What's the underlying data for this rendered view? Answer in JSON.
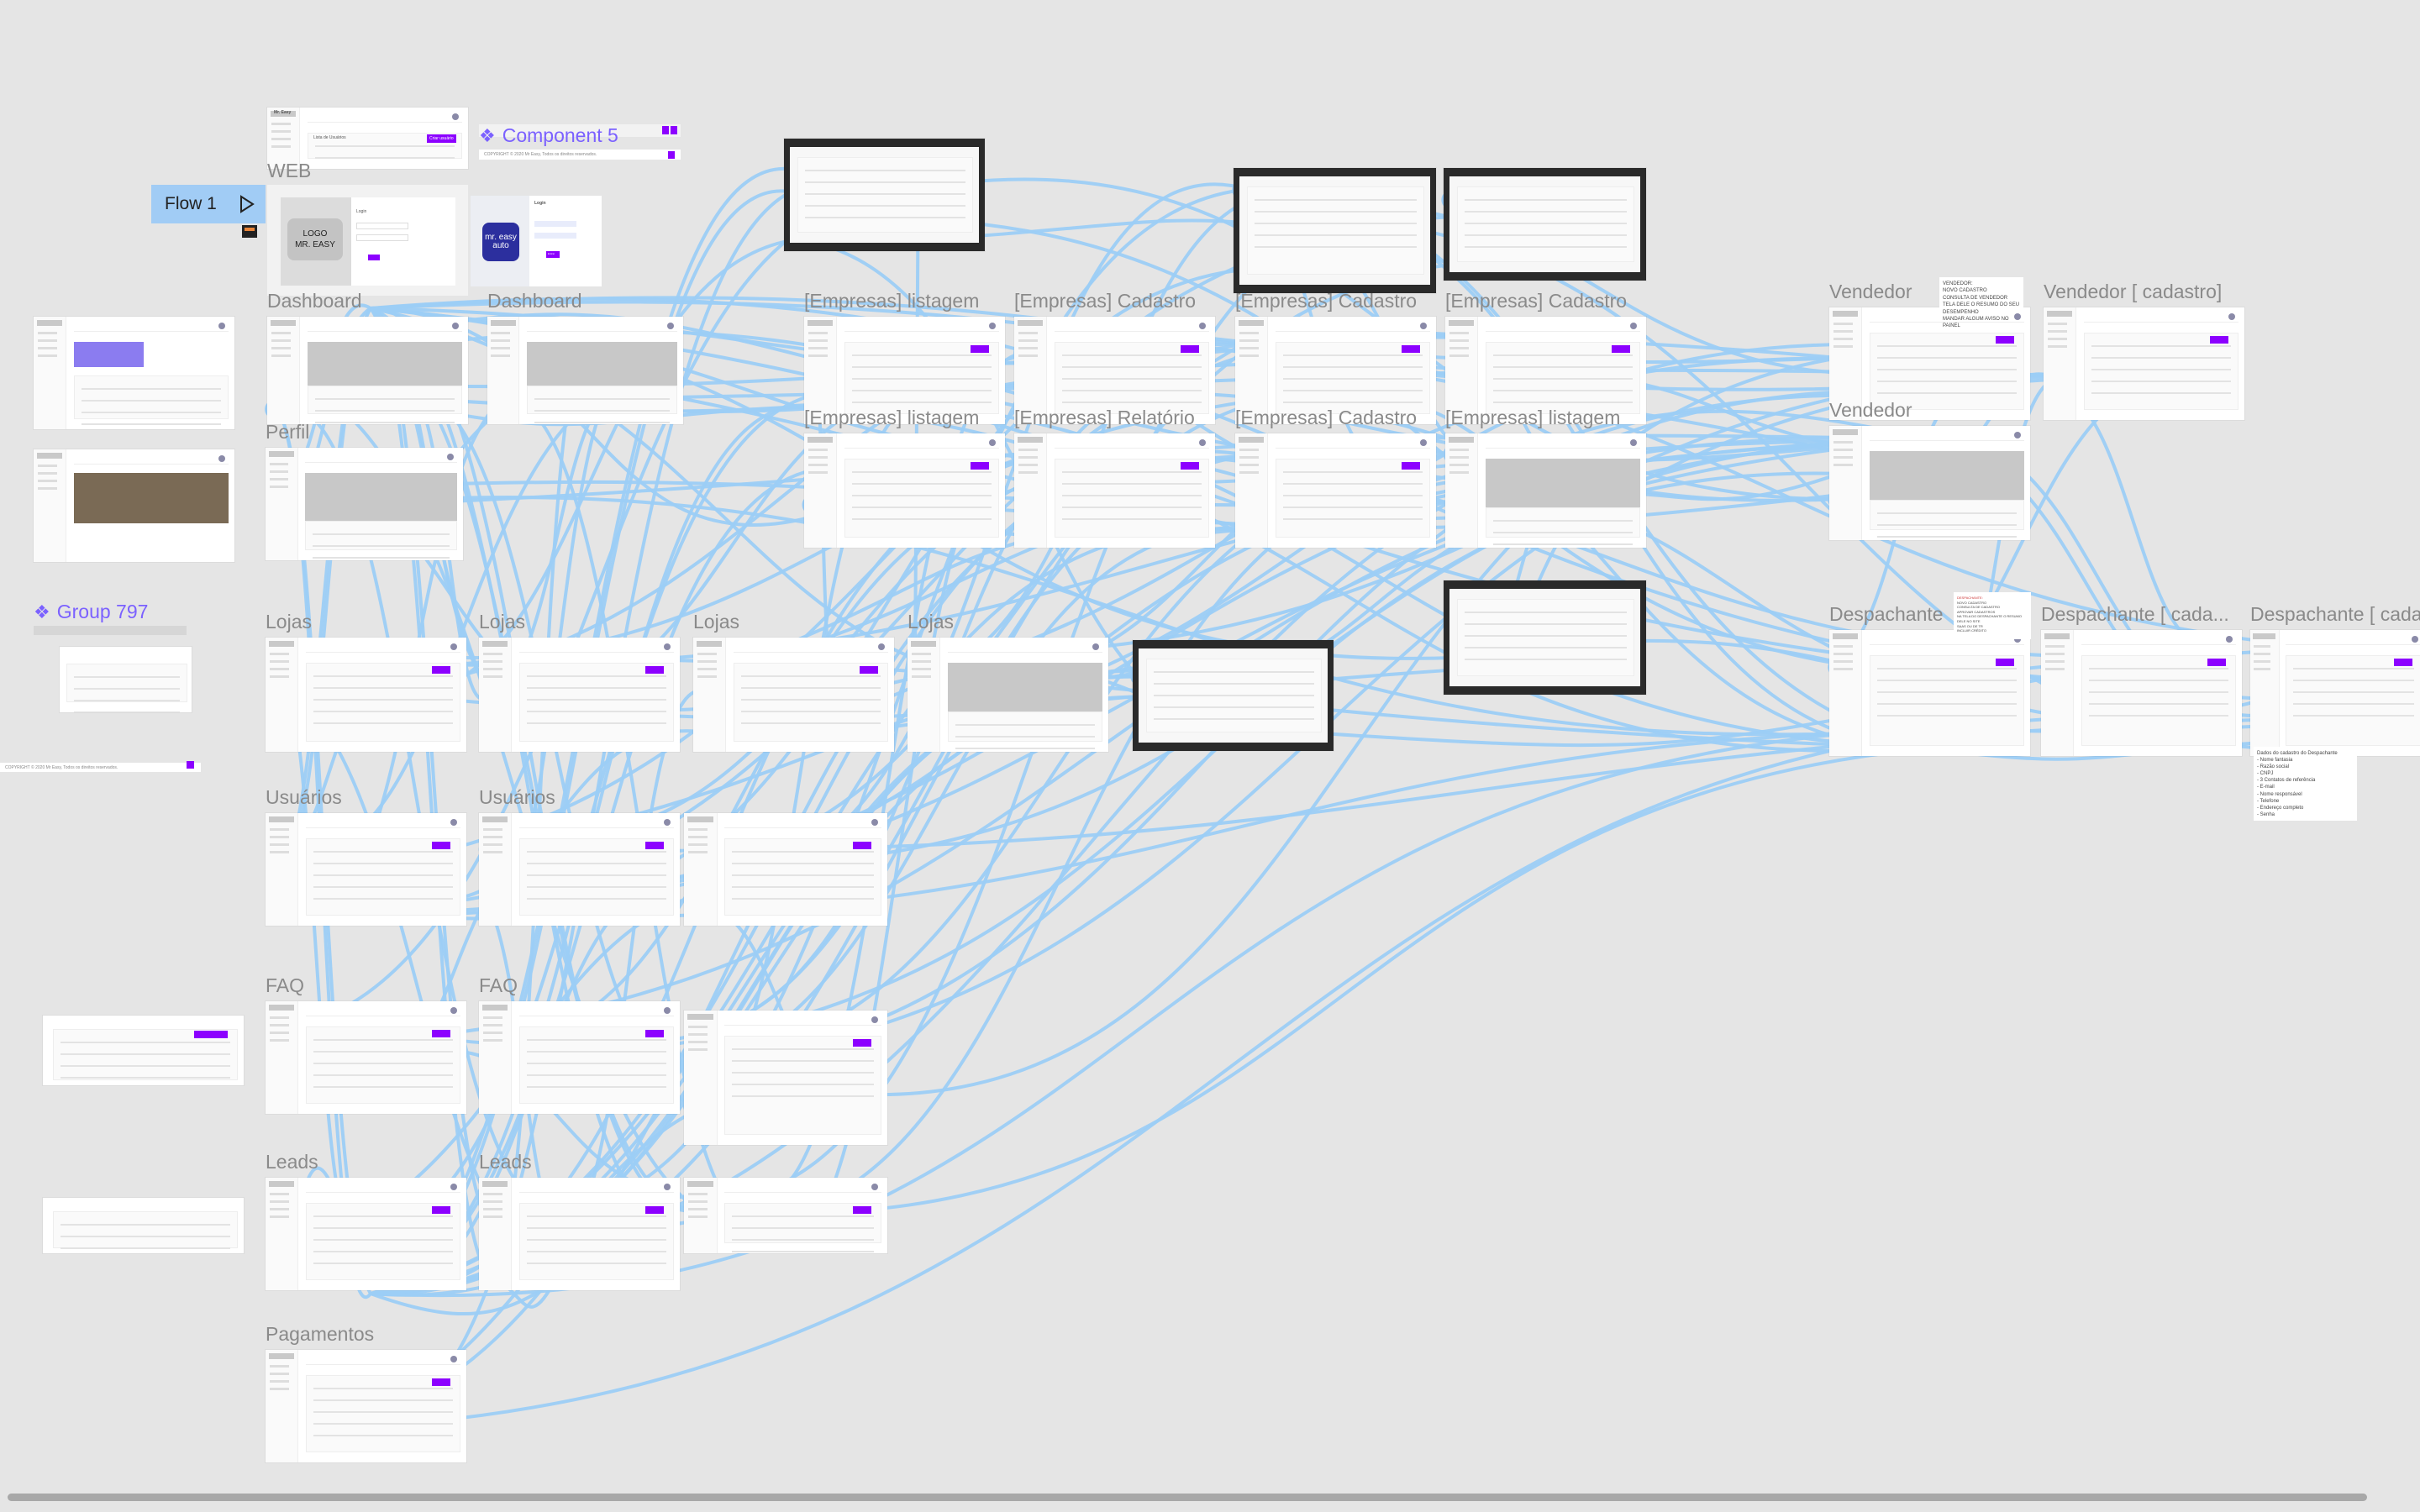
{
  "canvas": {
    "flow_button": {
      "label": "Flow 1",
      "icon": "play-icon"
    },
    "section_labels": {
      "web": "WEB",
      "dashboard_1": "Dashboard",
      "dashboard_2": "Dashboard",
      "perfil": "Perfil",
      "lojas_1": "Lojas",
      "lojas_2": "Lojas",
      "lojas_3": "Lojas",
      "lojas_4": "Lojas",
      "usuarios_1": "Usuários",
      "usuarios_2": "Usuários",
      "faq_1": "FAQ",
      "faq_2": "FAQ",
      "leads_1": "Leads",
      "leads_2": "Leads",
      "pagamentos": "Pagamentos",
      "empresas_listagem_1": "[Empresas] listagem",
      "empresas_cadastro_1": "[Empresas] Cadastro",
      "empresas_cadastro_2": "[Empresas] Cadastro",
      "empresas_cadastro_3": "[Empresas] Cadastro",
      "empresas_listagem_2": "[Empresas] listagem",
      "empresas_relatorio": "[Empresas] Relatório",
      "empresas_cadastro_4": "[Empresas] Cadastro",
      "empresas_listagem_3": "[Empresas] listagem",
      "vendedor_1": "Vendedor",
      "vendedor_cadastro": "Vendedor [ cadastro]",
      "vendedor_2": "Vendedor",
      "despachante_1": "Despachante",
      "despachante_cadastro_1": "Despachante [ cada...",
      "despachante_cadastro_2": "Despachante [ cada"
    },
    "components": {
      "component_5": "Component 5",
      "group_797": "Group 797"
    },
    "login": {
      "logo_placeholder_1": "LOGO",
      "logo_placeholder_2": "MR. EASY",
      "title": "Login",
      "brand_logo": "mr. easy auto",
      "submit": "Entrar"
    },
    "web_frame": {
      "app_name": "Mr. Easy",
      "list_title": "Lista de Usuários",
      "button": "Criar usuário"
    },
    "footer_text": "COPYRIGHT © 2020 Mr Easy, Todos os direitos reservados.",
    "vendedor_notes": [
      "VENDEDOR:",
      "NOVO CADASTRO",
      "CONSULTA DE VENDEDOR",
      "TELA DELE O RESUMO DO SEU DESEMPENHO",
      "MANDAR ALGUM AVISO NO PAINEL"
    ],
    "despachante_notes": [
      "DESPACHANTE:",
      "NOVO CADASTRO",
      "CONSULTA DE CADASTRO",
      "APROVAR CADASTROS",
      "NA TELA DO DESPACHANTE O RESUMO DELE NO SITE",
      "SAAS OU DE TR",
      "INCLUIR CRÉDITO"
    ],
    "despachante_fields": [
      "Dados do cadastro do Despachante",
      "- Nome fantasia",
      "- Razão social",
      "- CNPJ",
      "- 3 Contatos de referência",
      "- E-mail",
      "- Nome responsável",
      "- Telefone",
      "- Endereço completo",
      "- Senha"
    ],
    "colors": {
      "wire": "#9ccdf6",
      "accent": "#8c00ff",
      "component": "#7b61ff",
      "canvas": "#e5e5e5"
    }
  }
}
